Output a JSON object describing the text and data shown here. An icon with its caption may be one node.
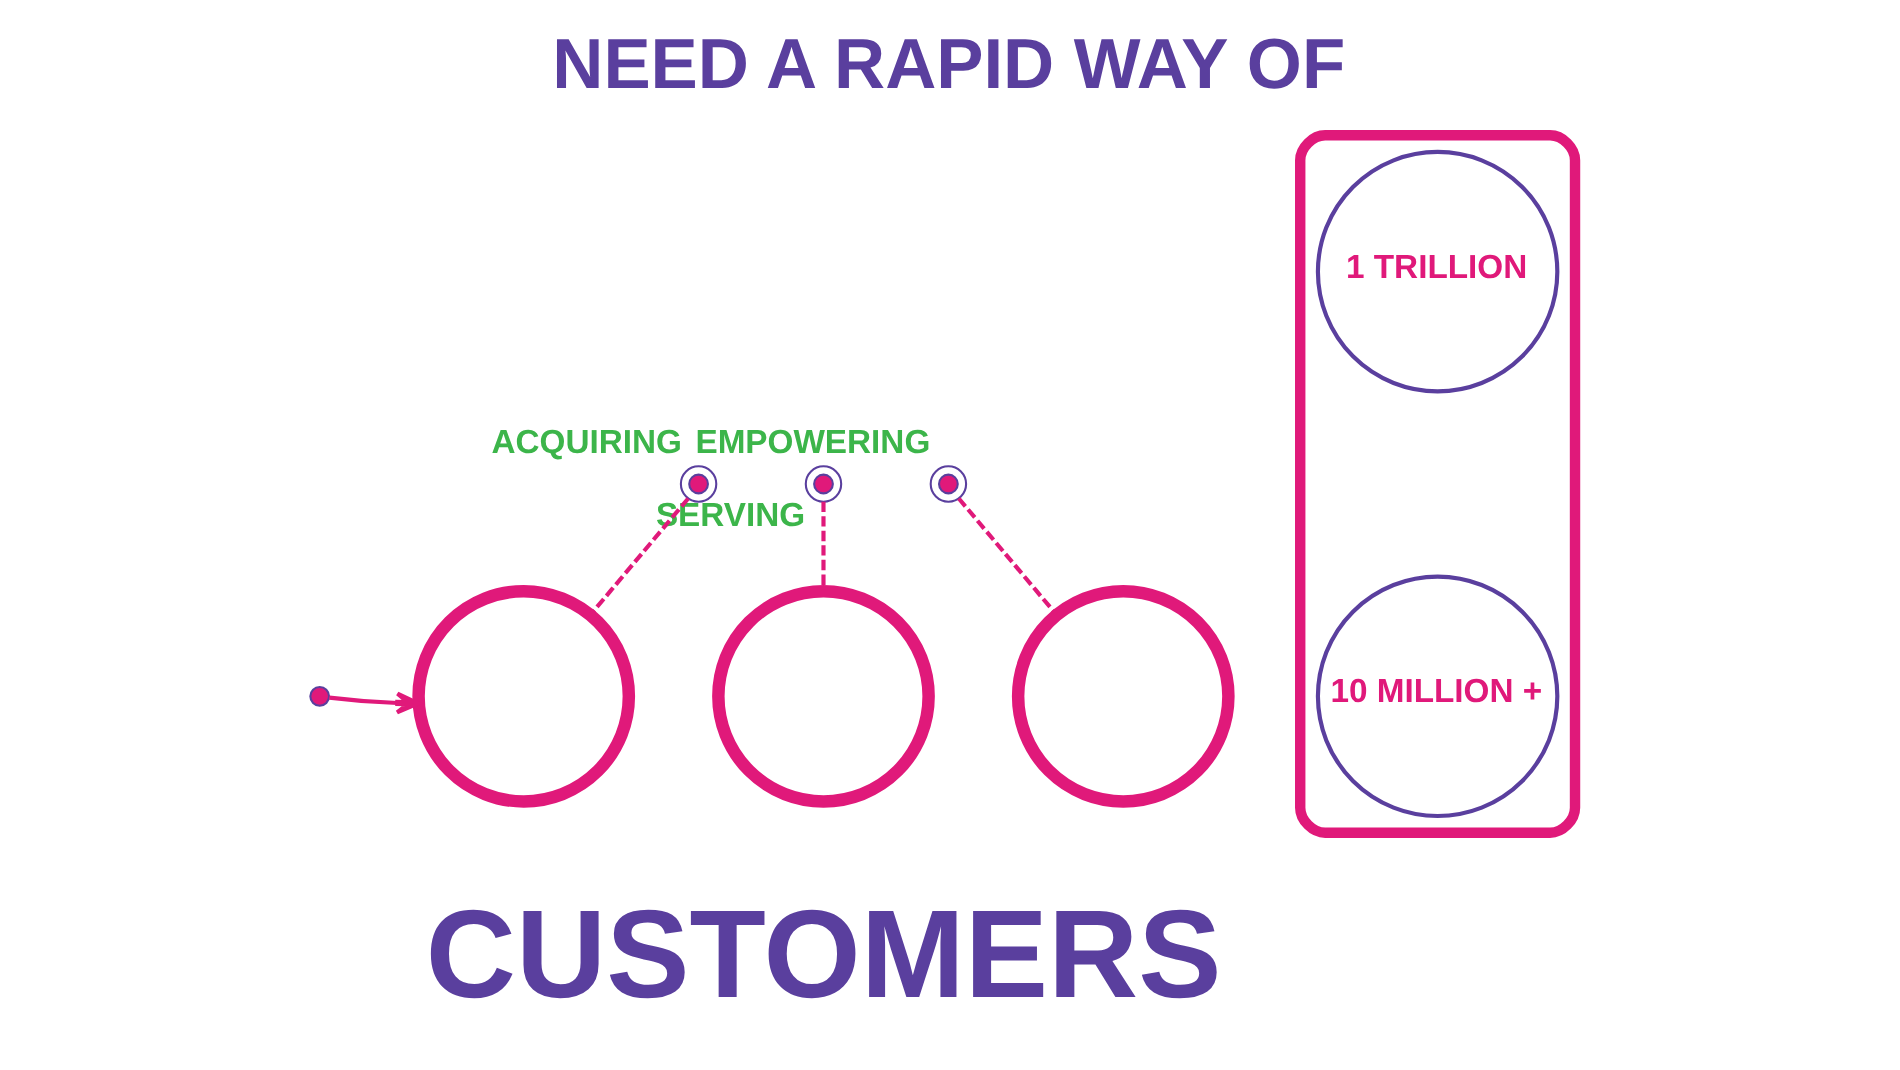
{
  "diagram": {
    "title": "NEED A RAPID WAY OF",
    "nodes": [
      {
        "text": [],
        "shape": "box"
      },
      {
        "text": [
          "1 TRILLION"
        ],
        "in": 0
      },
      {
        "text": [
          "10 MILLION +"
        ],
        "in": 0
      },
      {
        "text": [
          "ACQUIRING"
        ]
      },
      {
        "text": [
          "SERVING"
        ]
      },
      {
        "text": [
          "EMPOWERING"
        ]
      },
      {
        "text": [],
        "shape": "circle"
      },
      {
        "text": [],
        "shape": "circle"
      },
      {
        "text": [],
        "shape": "circle"
      }
    ],
    "edges": [
      {
        "from": null,
        "to": 6,
        "arrow": "to"
      },
      {
        "from": 3,
        "to": 6,
        "arrow": "none",
        "style": "dashed"
      },
      {
        "from": 4,
        "to": 7,
        "arrow": "none",
        "style": "dashed"
      },
      {
        "from": 5,
        "to": 8,
        "arrow": "none",
        "style": "dashed"
      }
    ],
    "labels": [
      "CUSTOMERS"
    ]
  }
}
